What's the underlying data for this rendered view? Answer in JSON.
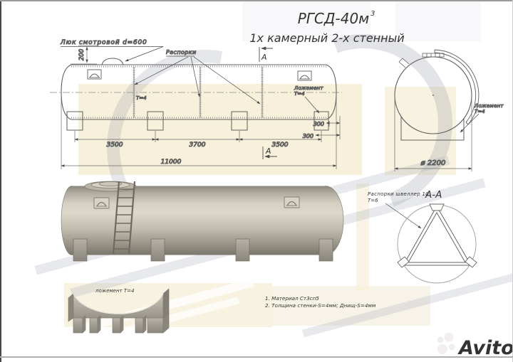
{
  "title": {
    "model": "РГСД-40м",
    "volume_sup": "3",
    "subtitle": "1х камерный 2-х стенный"
  },
  "side_view": {
    "manhole_label": "Люк смотровой d=600",
    "braces_label": "Распорки",
    "brace_thickness": "Т=4",
    "saddle_label": "Ложемент",
    "saddle_thickness": "Т=4",
    "section_marker": "А",
    "dims": {
      "offset_top": "200",
      "seg1": "3500",
      "seg2": "3700",
      "seg3": "3500",
      "total": "11000",
      "end1": "300",
      "end2": "300"
    }
  },
  "end_view": {
    "diameter": "ø 2200",
    "saddle_label": "Ложемент",
    "saddle_thickness": "Т=4"
  },
  "section_aa": {
    "title": "А-А",
    "brace_label": "Распорки швеллер 10",
    "brace_thickness": "Т=6"
  },
  "render_3d": {
    "saddle_label": "ложемент Т=4"
  },
  "notes": {
    "line1": "1. Материал Ст3сп5",
    "line2": "2. Толщина стенки-S=4мм; Днищ-S=4мм"
  },
  "watermark": {
    "brand": "Avito"
  },
  "colors": {
    "paper": "#ffffff",
    "cream": "#f7f0da",
    "line": "#5a5a5a",
    "tank_light": "#dbd7c9",
    "tank_dark": "#7b776d"
  }
}
